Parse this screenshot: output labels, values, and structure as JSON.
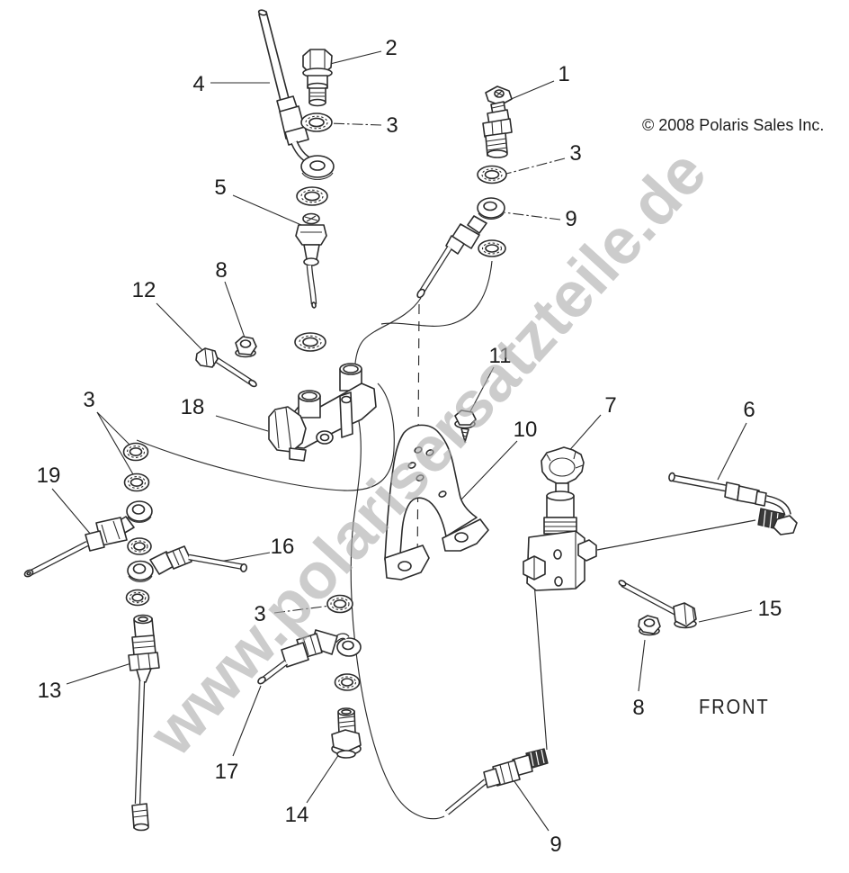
{
  "diagram": {
    "copyright": "© 2008 Polaris Sales Inc.",
    "orientation_label": "FRONT",
    "watermark": "www.polarisersatzteile.de",
    "callouts": [
      {
        "label": "2"
      },
      {
        "label": "4"
      },
      {
        "label": "3"
      },
      {
        "label": "1"
      },
      {
        "label": "3"
      },
      {
        "label": "9"
      },
      {
        "label": "5"
      },
      {
        "label": "8"
      },
      {
        "label": "12"
      },
      {
        "label": "3"
      },
      {
        "label": "18"
      },
      {
        "label": "11"
      },
      {
        "label": "10"
      },
      {
        "label": "7"
      },
      {
        "label": "6"
      },
      {
        "label": "19"
      },
      {
        "label": "16"
      },
      {
        "label": "3"
      },
      {
        "label": "13"
      },
      {
        "label": "15"
      },
      {
        "label": "17"
      },
      {
        "label": "14"
      },
      {
        "label": "8"
      },
      {
        "label": "9"
      }
    ],
    "parts": [
      {
        "callout": "1",
        "name": "brake-light-switch"
      },
      {
        "callout": "2",
        "name": "banjo-bolt"
      },
      {
        "callout": "3",
        "name": "sealing-washer"
      },
      {
        "callout": "4",
        "name": "brake-line-upper"
      },
      {
        "callout": "5",
        "name": "tee-fitting"
      },
      {
        "callout": "6",
        "name": "brake-line-right"
      },
      {
        "callout": "7",
        "name": "proportioning-valve"
      },
      {
        "callout": "8",
        "name": "hex-flange-nut"
      },
      {
        "callout": "9",
        "name": "long-brake-hose"
      },
      {
        "callout": "10",
        "name": "mounting-bracket"
      },
      {
        "callout": "11",
        "name": "self-tapping-screw"
      },
      {
        "callout": "12",
        "name": "hex-bolt"
      },
      {
        "callout": "13",
        "name": "brake-line-lower"
      },
      {
        "callout": "14",
        "name": "banjo-bolt-lower"
      },
      {
        "callout": "15",
        "name": "hex-bolt-long"
      },
      {
        "callout": "16",
        "name": "brake-line-short"
      },
      {
        "callout": "17",
        "name": "brake-line-elbow"
      },
      {
        "callout": "18",
        "name": "master-cylinder"
      },
      {
        "callout": "19",
        "name": "brake-line-left"
      }
    ]
  },
  "colors": {
    "background": "#ffffff",
    "line_art": "#2b2b2b",
    "label_text": "#1c1c1c",
    "watermark_gray": "#acacac"
  }
}
